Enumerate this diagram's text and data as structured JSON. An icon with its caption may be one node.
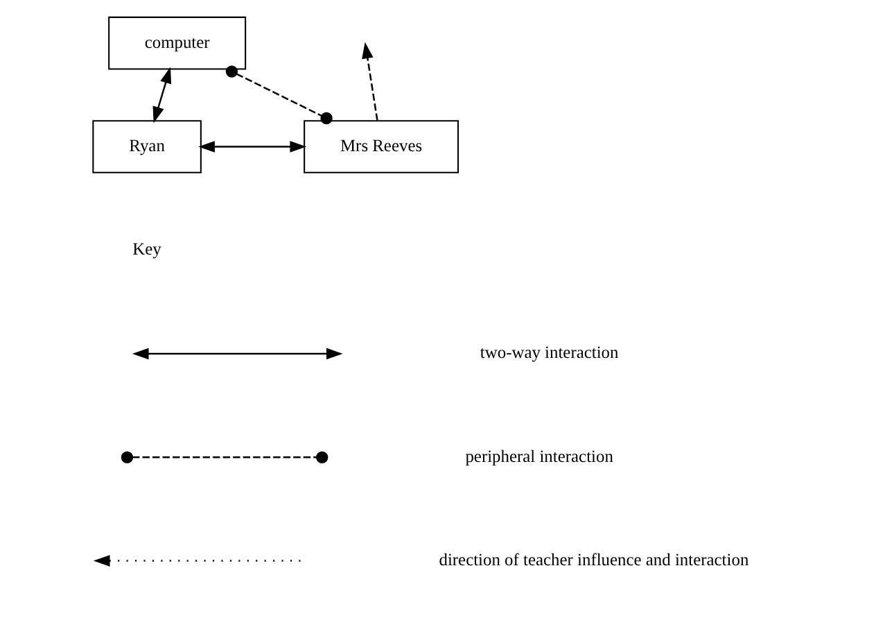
{
  "diagram": {
    "nodes": [
      {
        "text": [
          "computer"
        ]
      },
      {
        "text": [
          "Ryan"
        ]
      },
      {
        "text": [
          "Mrs Reeves"
        ]
      }
    ],
    "edges": [
      {
        "from": 0,
        "to": 1,
        "arrow": "both"
      },
      {
        "from": 0,
        "to": 2,
        "arrow": "other",
        "style": "dashed"
      },
      {
        "from": 2,
        "to": null,
        "arrow": "to",
        "style": "dashed"
      },
      {
        "from": 1,
        "to": 2,
        "arrow": "both"
      }
    ],
    "labels": [
      "Key"
    ],
    "legend": [
      {
        "text": "two-way interaction"
      },
      {
        "text": "peripheral interaction"
      },
      {
        "text": "direction of teacher influence and interaction"
      }
    ]
  }
}
